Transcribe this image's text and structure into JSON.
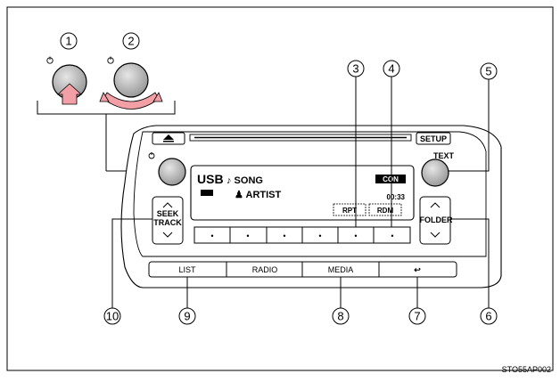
{
  "callouts": [
    "1",
    "2",
    "3",
    "4",
    "5",
    "6",
    "7",
    "8",
    "9",
    "10"
  ],
  "panel": {
    "setup_label": "SETUP",
    "text_label": "TEXT",
    "seek_label_1": "SEEK",
    "seek_label_2": "TRACK",
    "folder_label": "FOLDER",
    "preset_dot": "•"
  },
  "display": {
    "source": "USB",
    "song": "♪ SONG",
    "artist": "♟ ARTIST",
    "con_badge": "CON",
    "time": "00:33",
    "rpt": "RPT",
    "rdm": "RDM"
  },
  "bottom_buttons": [
    "LIST",
    "RADIO",
    "MEDIA",
    "↩"
  ],
  "figure_code": "STO55AP002",
  "colors": {
    "arrow_fill": "#f2a0a6",
    "frame": "#000000",
    "knob": "#b8b8b8"
  }
}
